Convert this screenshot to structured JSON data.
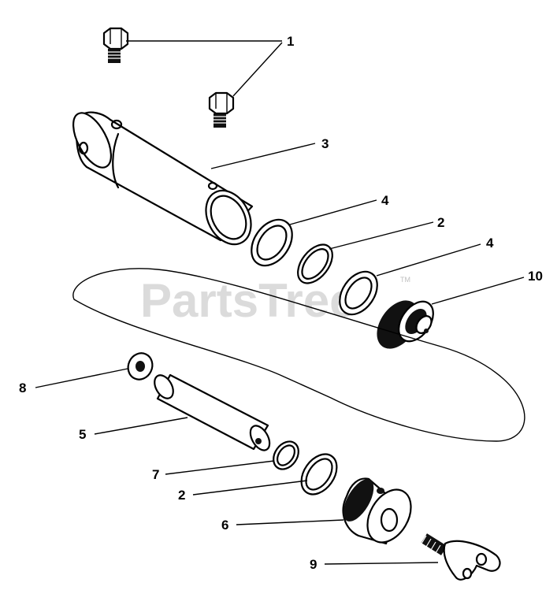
{
  "watermark": {
    "text": "PartsTree",
    "trademark": "TM"
  },
  "callouts": {
    "c1": "1",
    "c2a": "2",
    "c2b": "2",
    "c3": "3",
    "c4a": "4",
    "c4b": "4",
    "c5": "5",
    "c6": "6",
    "c7": "7",
    "c8": "8",
    "c9": "9",
    "c10": "10"
  }
}
